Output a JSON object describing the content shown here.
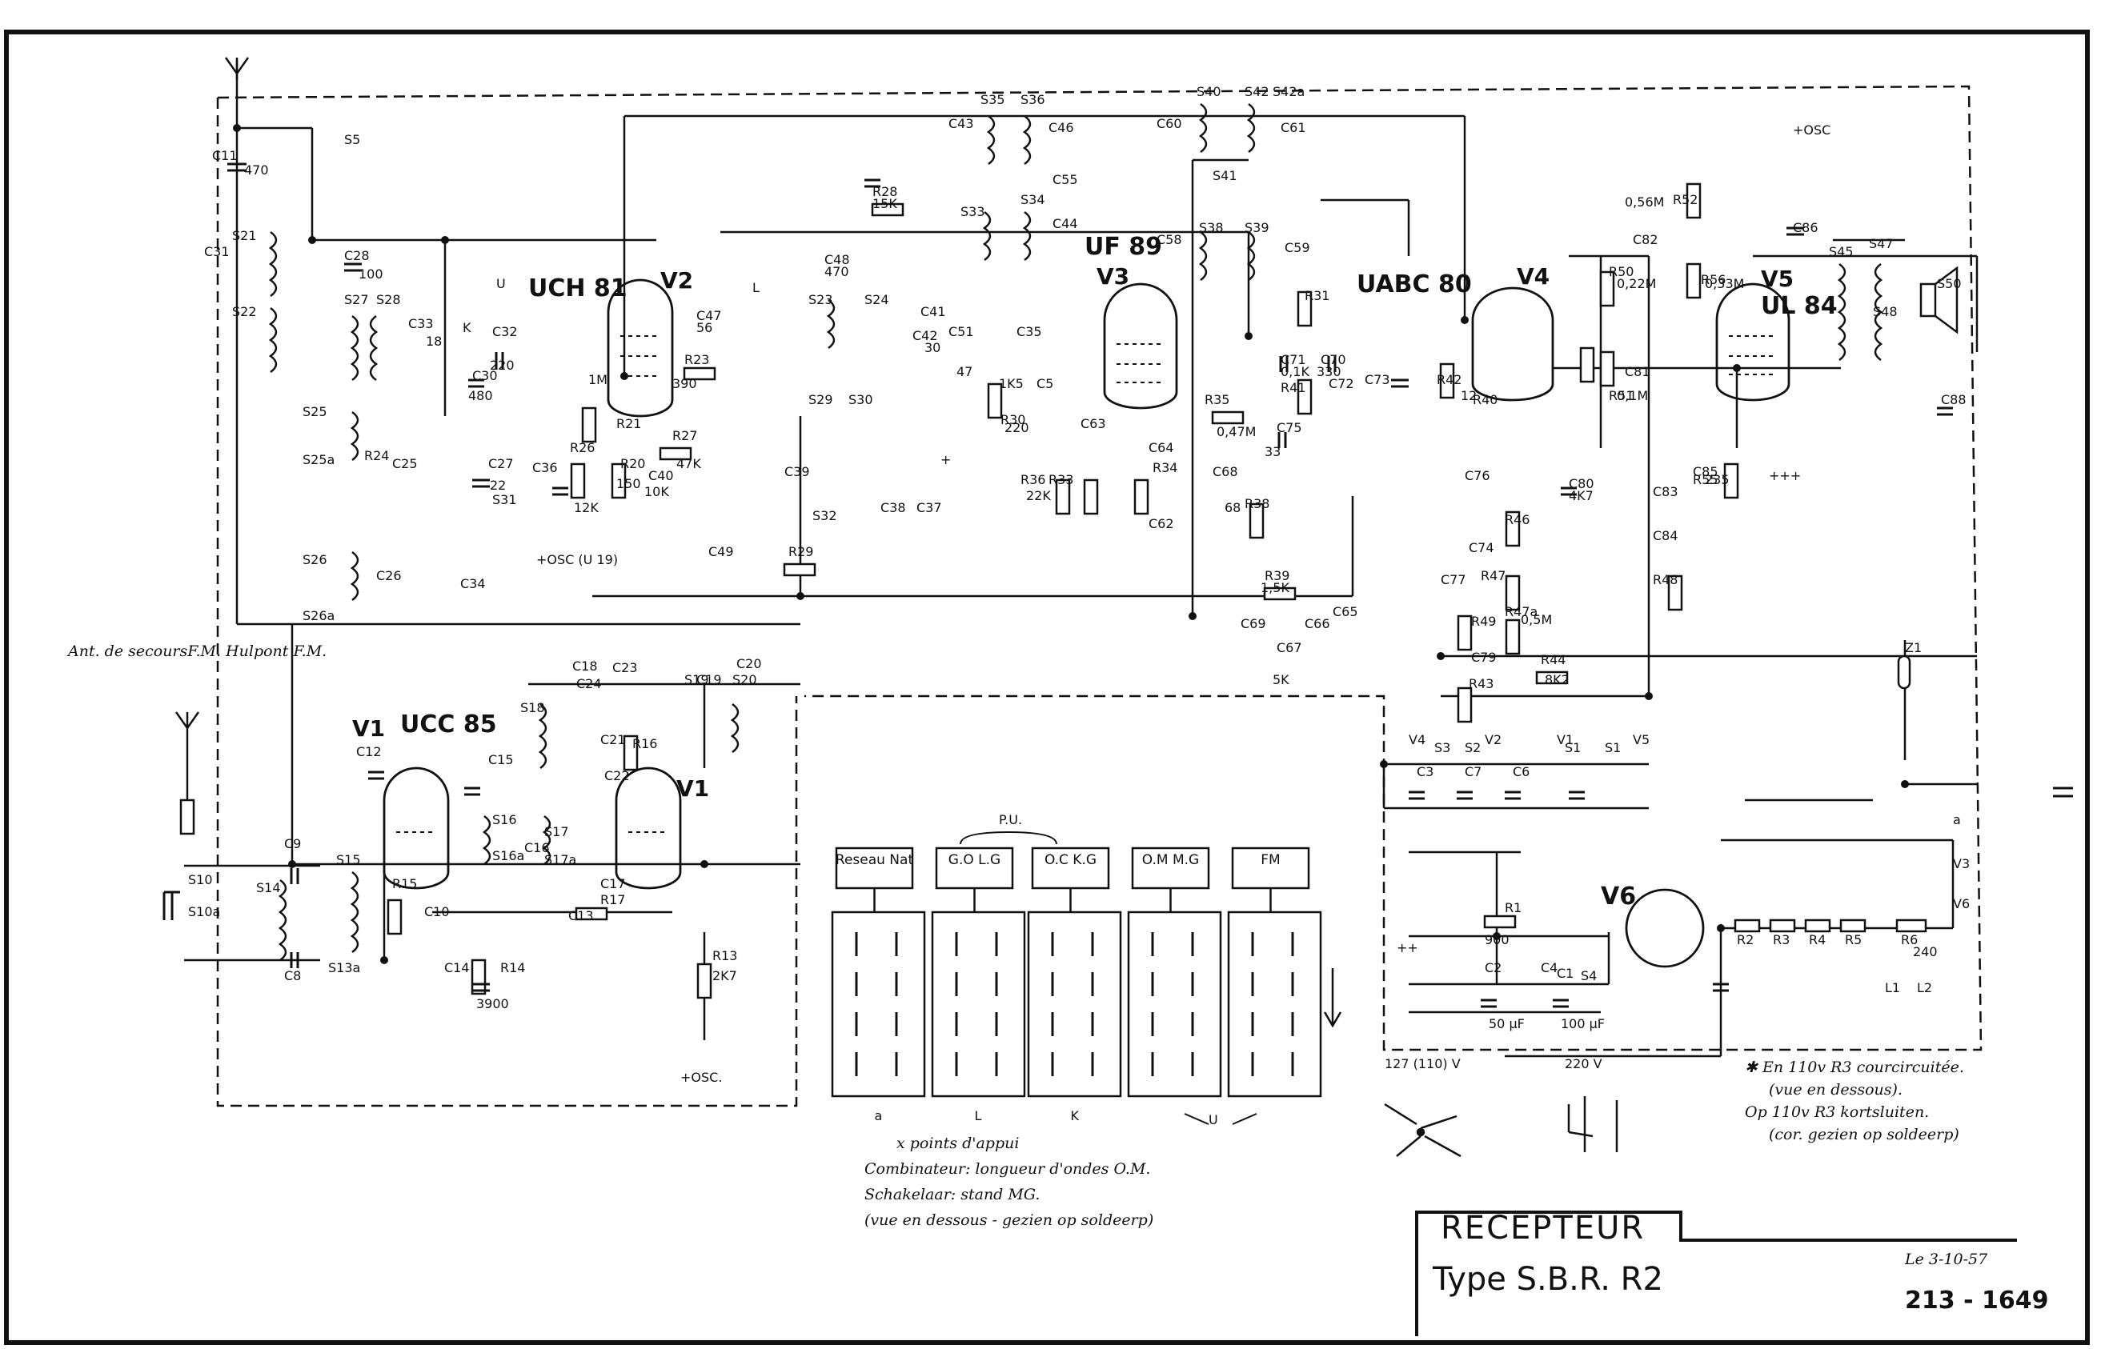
{
  "tubes": [
    {
      "name": "UCH 81",
      "id": "V2"
    },
    {
      "name": "UF 89",
      "id": "V3"
    },
    {
      "name": "UABC 80",
      "id": "V4"
    },
    {
      "name": "UL 84",
      "id": "V5"
    },
    {
      "name": "UCC 85",
      "id": "V1"
    },
    {
      "name": "V6",
      "id": ""
    }
  ],
  "secondary_v1_label": "V1",
  "component_labels": [
    "C11",
    "S21",
    "S22",
    "C31",
    "S5",
    "C28",
    "S27",
    "S28",
    "C33",
    "C32",
    "S25",
    "S25a",
    "R24",
    "C25",
    "C27",
    "S31",
    "C30",
    "S26",
    "S26a",
    "C26",
    "C34",
    "C36",
    "R26",
    "R23",
    "R27",
    "R20",
    "C40",
    "R21",
    "C47",
    "C48",
    "R28",
    "S23",
    "S24",
    "C41",
    "C42",
    "C51",
    "S29",
    "S30",
    "C39",
    "S32",
    "C38",
    "C37",
    "C49",
    "R29",
    "S35",
    "C43",
    "S33",
    "S36",
    "C46",
    "C55",
    "S34",
    "C44",
    "C35",
    "R30",
    "C5",
    "R36",
    "R33",
    "C63",
    "C64",
    "R34",
    "C62",
    "S40",
    "C60",
    "C58",
    "S38",
    "S42",
    "S42a",
    "C61",
    "S41",
    "S39",
    "C59",
    "R31",
    "R35",
    "C68",
    "R38",
    "C71",
    "C70",
    "C72",
    "C73",
    "R41",
    "C75",
    "R42",
    "R39",
    "C69",
    "C66",
    "C67",
    "C65",
    "C76",
    "C77",
    "R46",
    "C74",
    "R47",
    "R47a",
    "R49",
    "C79",
    "R43",
    "R44",
    "C80",
    "R40",
    "R50",
    "R51",
    "C81",
    "C82",
    "R52",
    "R56",
    "C86",
    "S45",
    "S47",
    "S48",
    "S50",
    "C88",
    "C83",
    "C84",
    "R48",
    "C85",
    "R55",
    "Z1",
    "C18",
    "C19",
    "C20",
    "S18",
    "S19",
    "S20",
    "C23",
    "C24",
    "C21",
    "C22",
    "R16",
    "C15",
    "C12",
    "S16",
    "S16a",
    "S17",
    "S17a",
    "C16",
    "C17",
    "R17",
    "C13",
    "R13",
    "R14",
    "C14",
    "R15",
    "C10",
    "C9",
    "C8",
    "S10",
    "S10a",
    "S14",
    "S15",
    "S13a",
    "C3",
    "C7",
    "C6",
    "C4",
    "C1",
    "C2",
    "R1",
    "S4",
    "R2",
    "R3",
    "R4",
    "R5",
    "R6",
    "L1",
    "L2",
    "S1",
    "S2",
    "S3"
  ],
  "value_labels": [
    "470",
    "100",
    "18",
    "220",
    "480",
    "22",
    "12K",
    "1M",
    "390",
    "47K",
    "150",
    "10K",
    "56",
    "470",
    "15K",
    "30",
    "47",
    "1K5",
    "220",
    "22K",
    "1,5K",
    "0,47M",
    "68",
    "0,1K",
    "330",
    "33",
    "0,5M",
    "5K",
    "4K7",
    "0,22M",
    "0,1M",
    "0,56M",
    "0,33M",
    "235",
    "240",
    "900",
    "50 µF",
    "100 µF",
    "2K7",
    "3900",
    "12",
    "8K2"
  ],
  "feet_labels": [
    "+OSC",
    "+OSC (U 19)",
    "+OSC.",
    "+++",
    "++",
    "+"
  ],
  "switch_labels": [
    "U",
    "K",
    "L",
    "a"
  ],
  "antenna_note": "Ant. de secoursF.M. Hulpont F.M.",
  "panel_group_label": "P.U.",
  "switch_panels": [
    {
      "header": "Reseau Nat",
      "letter": "a"
    },
    {
      "header": "G.O L.G",
      "letter": "L"
    },
    {
      "header": "O.C K.G",
      "letter": "K"
    },
    {
      "header": "O.M M.G",
      "letter": ""
    },
    {
      "header": "FM",
      "letter": ""
    }
  ],
  "panel_u_label": "U",
  "panel_notes": [
    "x points d'appui",
    "Combinateur: longueur d'ondes O.M.",
    "Schakelaar: stand MG.",
    "(vue en dessous - gezien op soldeerp)"
  ],
  "voltage_127": "127 (110) V",
  "voltage_220": "220 V",
  "footnote_lines": [
    "✱ En 110v R3 courcircuitée.",
    "(vue en dessous).",
    "Op 110v R3 kortsluiten.",
    "(cor. gezien op soldeerp)"
  ],
  "heater_chain": [
    "V4",
    "V2",
    "V1",
    "S1",
    "V5",
    "V3",
    "V6"
  ],
  "title_lines": [
    "RECEPTEUR",
    "Type  S.B.R.  R2"
  ],
  "date": "Le 3-10-57",
  "drawing_number": "213 - 1649",
  "colors": {
    "ink": "#111111",
    "paper": "#ffffff"
  }
}
